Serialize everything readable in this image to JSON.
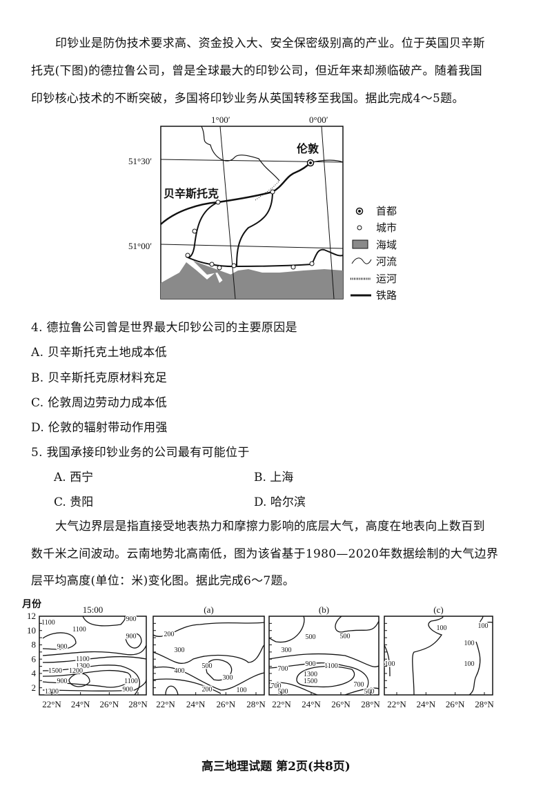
{
  "passage1": [
    "印钞业是防伪技术要求高、资金投入大、安全保密级别高的产业。位于英国贝辛斯",
    "托克(下图)的德拉鲁公司，曾是全球最大的印钞公司，但近年来却濒临破产。随着我国",
    "印钞核心技术的不断突破，多国将印钞业务从英国转移至我国。据此完成4～5题。"
  ],
  "map": {
    "lon_labels": [
      "1°00′",
      "0°00′"
    ],
    "lat_labels": [
      "51°30′",
      "51°00′"
    ],
    "places": {
      "capital": "伦敦",
      "city": "贝辛斯托克"
    },
    "legend": [
      "首都",
      "城市",
      "海域",
      "河流",
      "运河",
      "铁路"
    ]
  },
  "q4": {
    "stem": "4. 德拉鲁公司曾是世界最大印钞公司的主要原因是",
    "options": [
      "A. 贝辛斯托克土地成本低",
      "B. 贝辛斯托克原材料充足",
      "C. 伦敦周边劳动力成本低",
      "D. 伦敦的辐射带动作用强"
    ]
  },
  "q5": {
    "stem": "5. 我国承接印钞业务的公司最有可能位于",
    "options": [
      "A. 西宁",
      "B. 上海",
      "C. 贵阳",
      "D. 哈尔滨"
    ]
  },
  "passage2": [
    "大气边界层是指直接受地表热力和摩擦力影响的底层大气，高度在地表向上数百到",
    "数千米之间波动。云南地势北高南低，图为该省基于1980—2020年数据绘制的大气边界",
    "层平均高度(单位：米)变化图。据此完成6～7题。"
  ],
  "charts": {
    "ylabel": "月份",
    "yticks": [
      "12",
      "10",
      "8",
      "6",
      "4",
      "2"
    ],
    "xticks": [
      "22°N",
      "24°N",
      "26°N",
      "28°N"
    ],
    "panels": [
      {
        "title": "15:00",
        "labels": [
          "1100",
          "1100",
          "900",
          "900",
          "900",
          "1100",
          "1300",
          "1500",
          "1200",
          "900",
          "1100",
          "900",
          "1300"
        ]
      },
      {
        "title": "(a)",
        "labels": [
          "200",
          "300",
          "400",
          "500",
          "300",
          "200",
          "100"
        ]
      },
      {
        "title": "(b)",
        "labels": [
          "300",
          "500",
          "500",
          "700",
          "900",
          "1100",
          "1300",
          "1500",
          "700",
          "500",
          "700",
          "500"
        ]
      },
      {
        "title": "(c)",
        "labels": [
          "100",
          "100",
          "100",
          "100",
          "100"
        ]
      }
    ]
  },
  "footer": "高三地理试题 第2页(共8页)"
}
